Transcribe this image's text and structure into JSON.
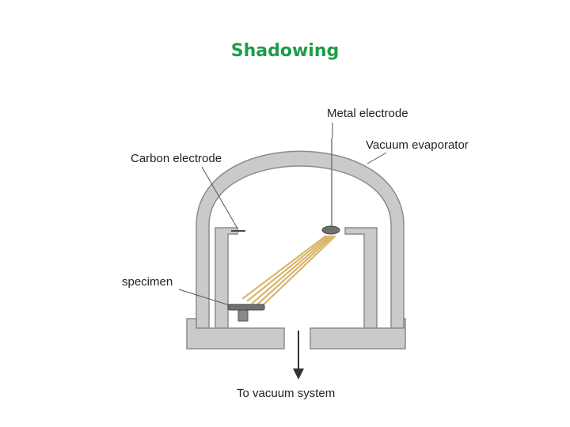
{
  "title": "Shadowing",
  "colors": {
    "title": "#1e9c48",
    "chamber": "#c8cacc",
    "chamber_edge": "#8a8c8e",
    "beam": "#d9b56a",
    "leader": "#555555"
  },
  "labels": {
    "metal_electrode": "Metal electrode",
    "vacuum_evaporator": "Vacuum evaporator",
    "carbon_electrode": "Carbon electrode",
    "specimen": "specimen",
    "to_vacuum_system": "To vacuum system"
  }
}
